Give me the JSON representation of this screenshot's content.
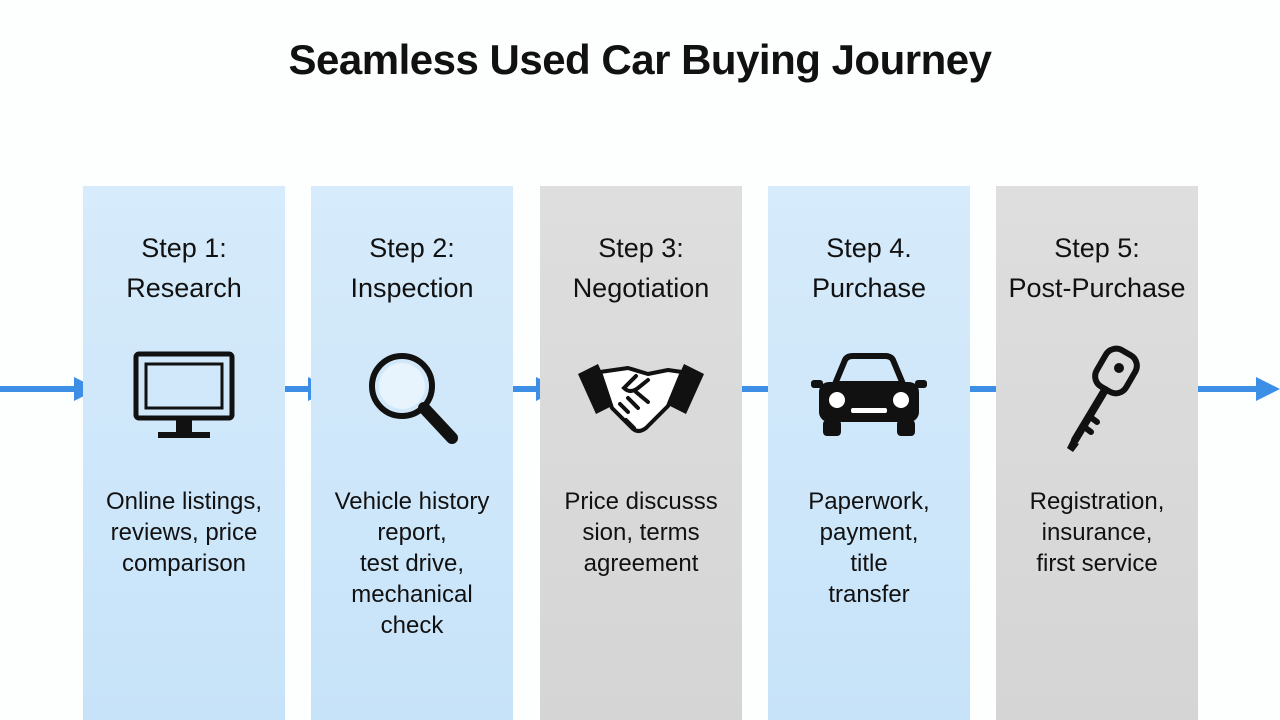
{
  "title": "Seamless Used Car Buying Journey",
  "colors": {
    "blue_panel": "#c7e3f9",
    "gray_panel": "#d5d5d5",
    "arrow": "#3d8fe6"
  },
  "steps": [
    {
      "line1": "Step 1:",
      "line2": "Research",
      "icon": "monitor-icon",
      "desc": [
        "Online listings,",
        "reviews, price",
        "comparison"
      ]
    },
    {
      "line1": "Step 2:",
      "line2": "Inspection",
      "icon": "magnifier-icon",
      "desc": [
        "Vehicle history",
        "report,",
        "test drive,",
        "mechanical",
        "check"
      ]
    },
    {
      "line1": "Step 3:",
      "line2": "Negotiation",
      "icon": "handshake-icon",
      "desc": [
        "Price discusss",
        "sion, terms",
        "agreement"
      ]
    },
    {
      "line1": "Step 4.",
      "line2": "Purchase",
      "icon": "car-icon",
      "desc": [
        "Paperwork,",
        "payment,",
        "title",
        "transfer"
      ]
    },
    {
      "line1": "Step 5:",
      "line2": "Post-Purchase",
      "icon": "key-icon",
      "desc": [
        "Registration,",
        "insurance,",
        "first service"
      ]
    }
  ]
}
